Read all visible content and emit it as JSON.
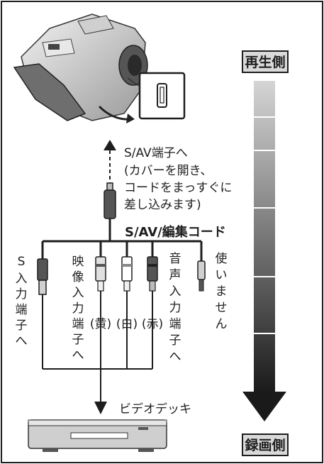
{
  "labels": {
    "playback_side": "再生側",
    "record_side": "録画側",
    "sav_line1": "S/AV端子へ",
    "sav_line2": "(カバーを開き、",
    "sav_line3": "コードをまっすぐに",
    "sav_line4": "差し込みます)",
    "cable_name": "S/AV/編集コード",
    "s_input": [
      "S",
      "入",
      "力",
      "端",
      "子",
      "へ"
    ],
    "video_input": [
      "映",
      "像",
      "入",
      "力",
      "端",
      "子",
      "へ"
    ],
    "plug_yellow": "(黄)",
    "plug_white": "(白)",
    "plug_red": "(赤)",
    "audio_input": [
      "音",
      "声",
      "入",
      "力",
      "端",
      "子",
      "へ"
    ],
    "unused": [
      "使",
      "い",
      "ま",
      "せ",
      "ん"
    ],
    "vcr": "ビデオデッキ"
  },
  "colors": {
    "line": "#1e1e1e",
    "tag_bg": "#d9d9d9",
    "gradient_top": "#d5d5d5",
    "gradient_bottom": "#1a1a1a"
  }
}
